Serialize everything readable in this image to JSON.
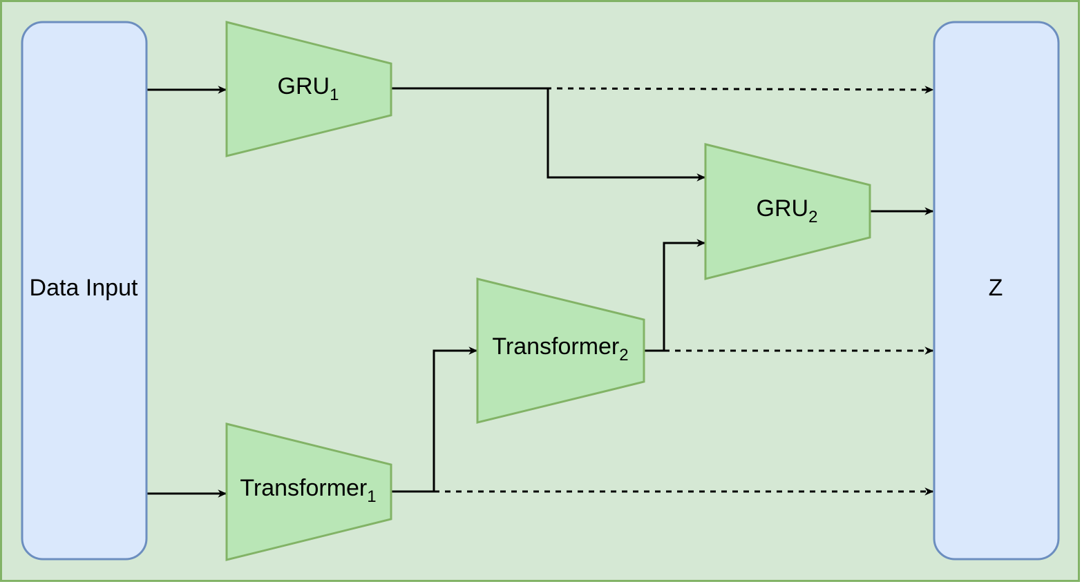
{
  "colors": {
    "background_fill": "#d5e8d4",
    "background_stroke": "#82b366",
    "io_fill": "#dae8fc",
    "io_stroke": "#6c8ebf",
    "block_fill": "#b9e6b6",
    "block_stroke": "#82b366",
    "arrow": "#000000"
  },
  "nodes": {
    "data_input": {
      "label": "Data Input"
    },
    "z_output": {
      "label": "Z"
    },
    "gru1": {
      "label": "GRU",
      "subscript": "1"
    },
    "gru2": {
      "label": "GRU",
      "subscript": "2"
    },
    "transformer1": {
      "label": "Transformer",
      "subscript": "1"
    },
    "transformer2": {
      "label": "Transformer",
      "subscript": "2"
    }
  },
  "edges": [
    {
      "from": "data_input",
      "to": "gru1",
      "style": "solid"
    },
    {
      "from": "data_input",
      "to": "transformer1",
      "style": "solid"
    },
    {
      "from": "gru1",
      "to": "z_output",
      "style": "dashed"
    },
    {
      "from": "gru1",
      "to": "gru2",
      "style": "solid"
    },
    {
      "from": "gru2",
      "to": "z_output",
      "style": "solid"
    },
    {
      "from": "transformer1",
      "to": "transformer2",
      "style": "solid"
    },
    {
      "from": "transformer1",
      "to": "z_output",
      "style": "dashed"
    },
    {
      "from": "transformer2",
      "to": "gru2",
      "style": "solid"
    },
    {
      "from": "transformer2",
      "to": "z_output",
      "style": "dashed"
    }
  ]
}
